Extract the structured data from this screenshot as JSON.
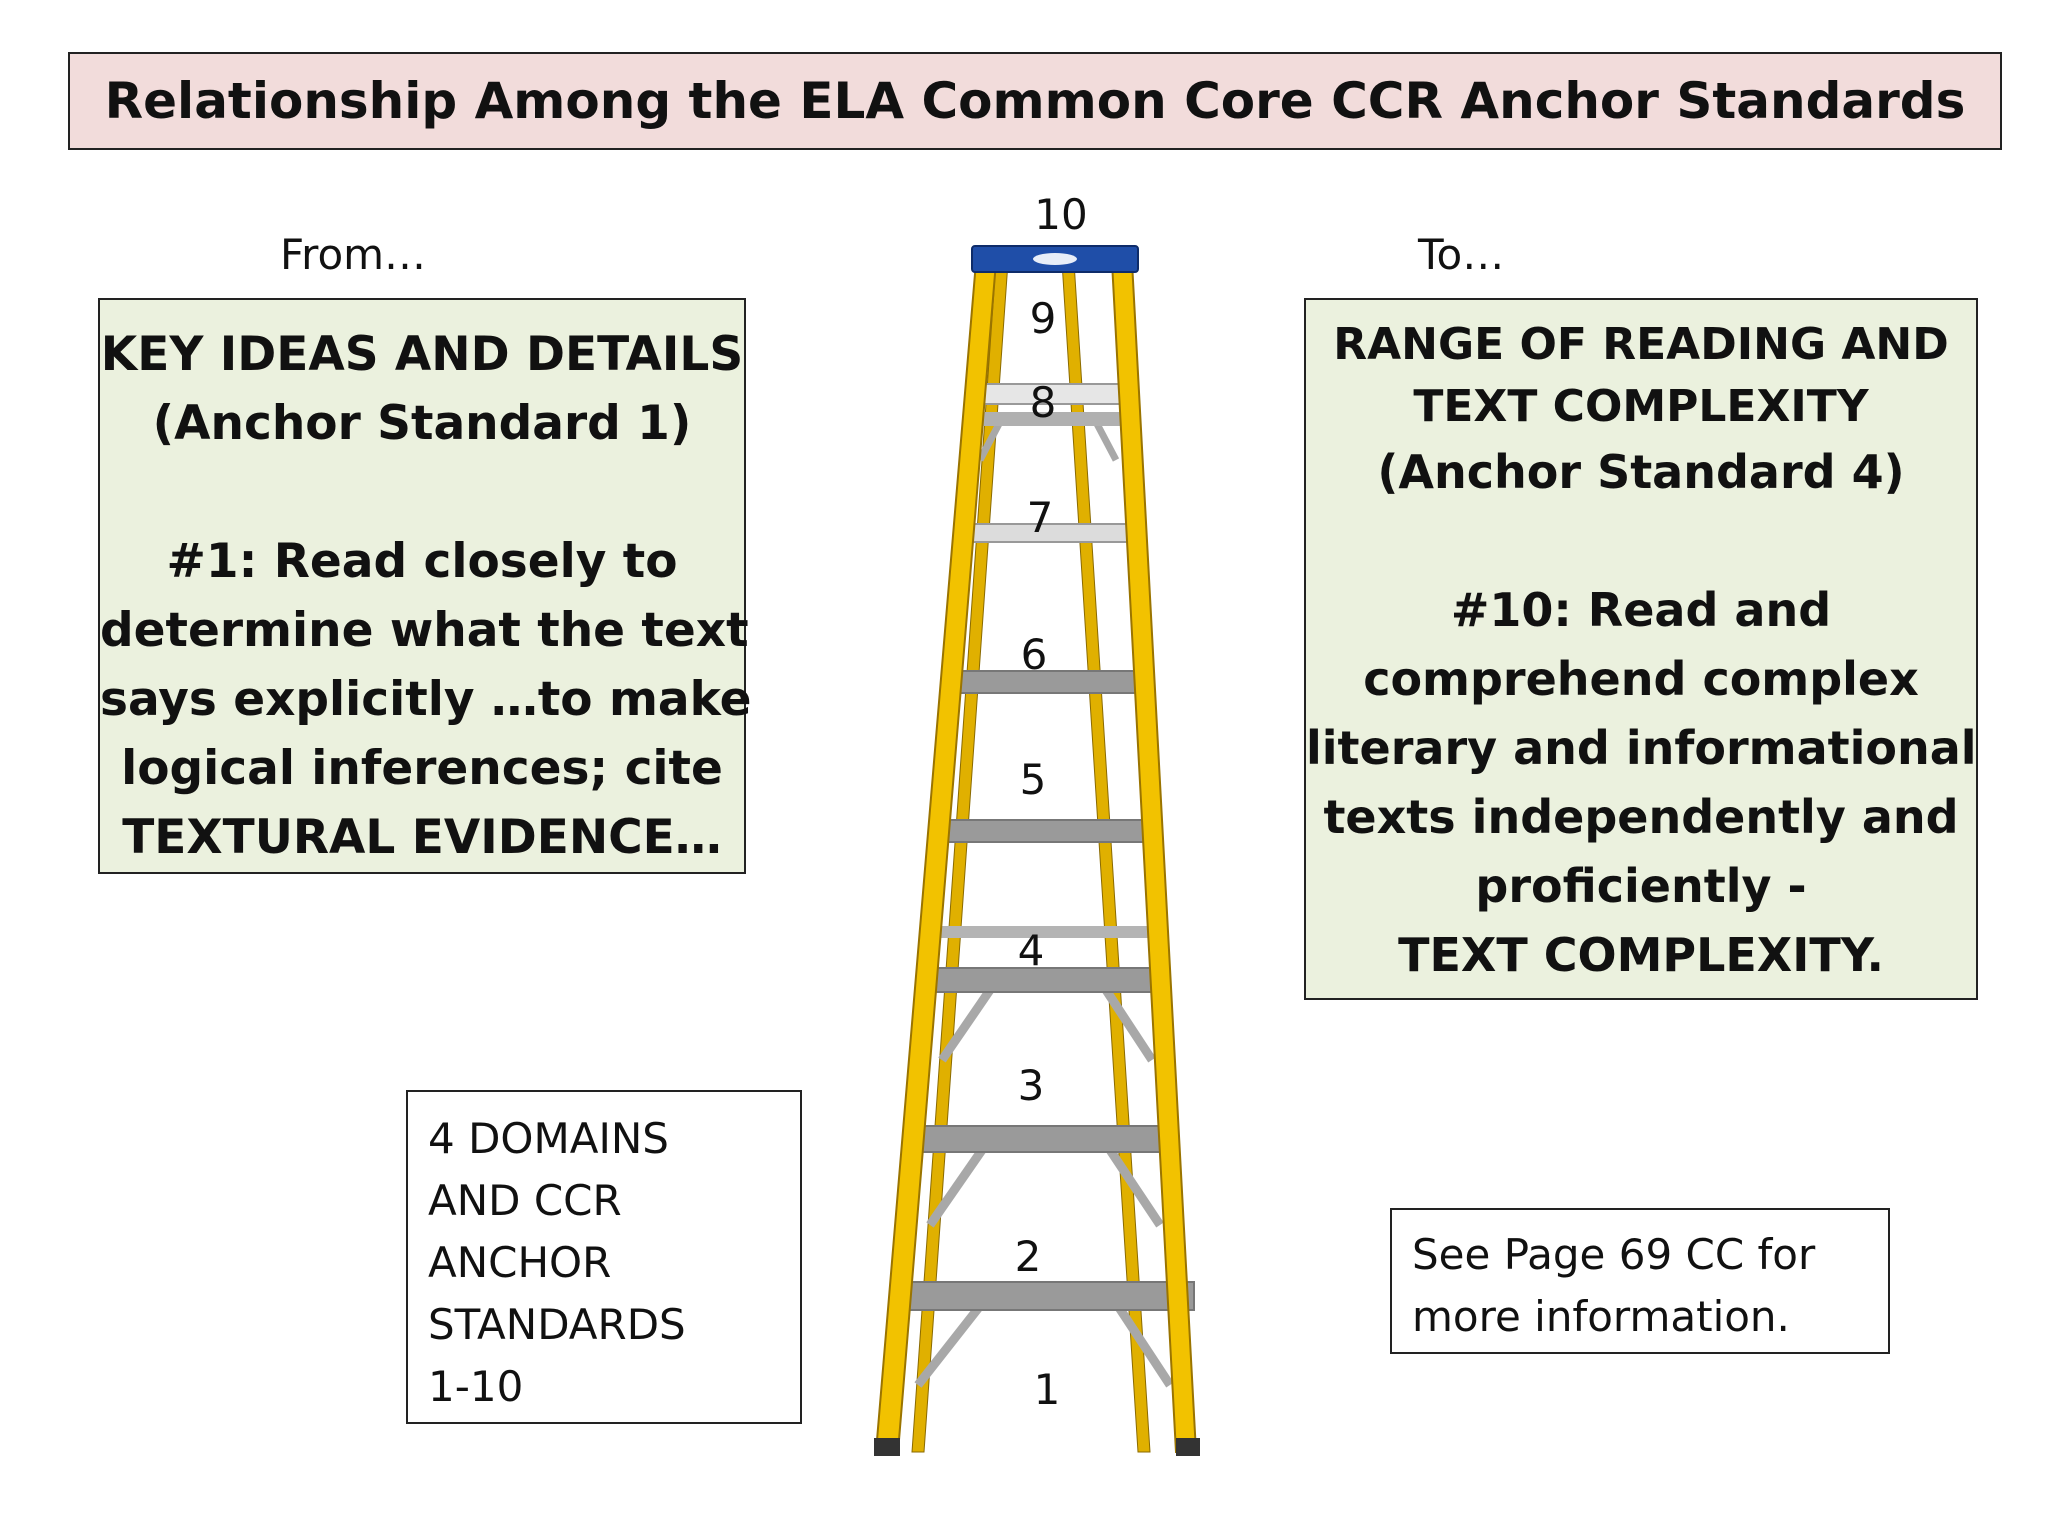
{
  "title": "Relationship Among the ELA Common Core CCR Anchor Standards",
  "from_label": "From…",
  "to_label": "To…",
  "left_panel": {
    "heading_lines": [
      "KEY IDEAS AND DETAILS",
      "(Anchor Standard 1)"
    ],
    "body_lines": [
      "#1: Read closely to",
      "determine what the text",
      "says explicitly …to make",
      "logical inferences; cite",
      "TEXTURAL EVIDENCE…"
    ]
  },
  "right_panel": {
    "heading_lines": [
      "RANGE OF READING AND",
      "TEXT COMPLEXITY",
      "(Anchor Standard 4)"
    ],
    "body_lines": [
      "#10: Read and",
      "comprehend complex",
      "literary and informational",
      "texts independently  and",
      "proficiently  -",
      "TEXT COMPLEXITY."
    ]
  },
  "domains_box": {
    "lines": [
      "4 DOMAINS",
      "AND CCR",
      "ANCHOR",
      "STANDARDS",
      "1-10"
    ]
  },
  "page_box": {
    "lines": [
      "See Page 69 CC for",
      "more information."
    ]
  },
  "ladder_numbers": [
    "1",
    "2",
    "3",
    "4",
    "5",
    "6",
    "7",
    "8",
    "9",
    "10"
  ],
  "colors": {
    "title_fill": "#f2dcdb",
    "panel_fill": "#ebf1de",
    "rail": "#f2c200",
    "cap": "#1f4ea8",
    "rung": "#9a9a9a"
  }
}
